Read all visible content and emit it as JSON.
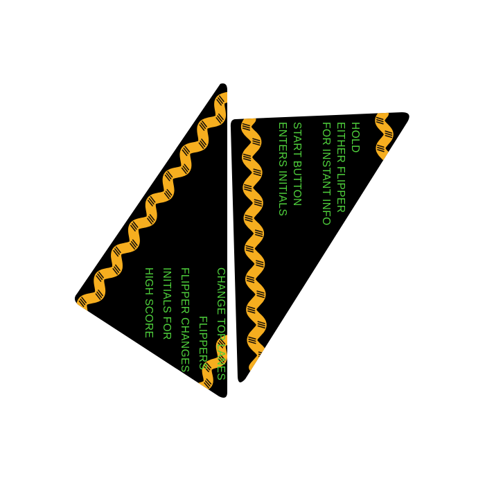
{
  "cards": {
    "left": {
      "lines": [
        "CHANGE TOP LANES",
        "FLIPPERS",
        "FLIPPER CHANGES",
        "INITIALS FOR",
        "HIGH SCORE"
      ]
    },
    "right": {
      "lines": [
        "HOLD",
        "EITHER FLIPPER",
        "FOR INSTANT INFO",
        "START BUTTON",
        "ENTERS INITIALS"
      ]
    }
  },
  "colors": {
    "card_fill": "#000000",
    "text": "#4fd13c",
    "zigzag": "#f6ae1f",
    "zigzag_marks": "#1a1208"
  }
}
